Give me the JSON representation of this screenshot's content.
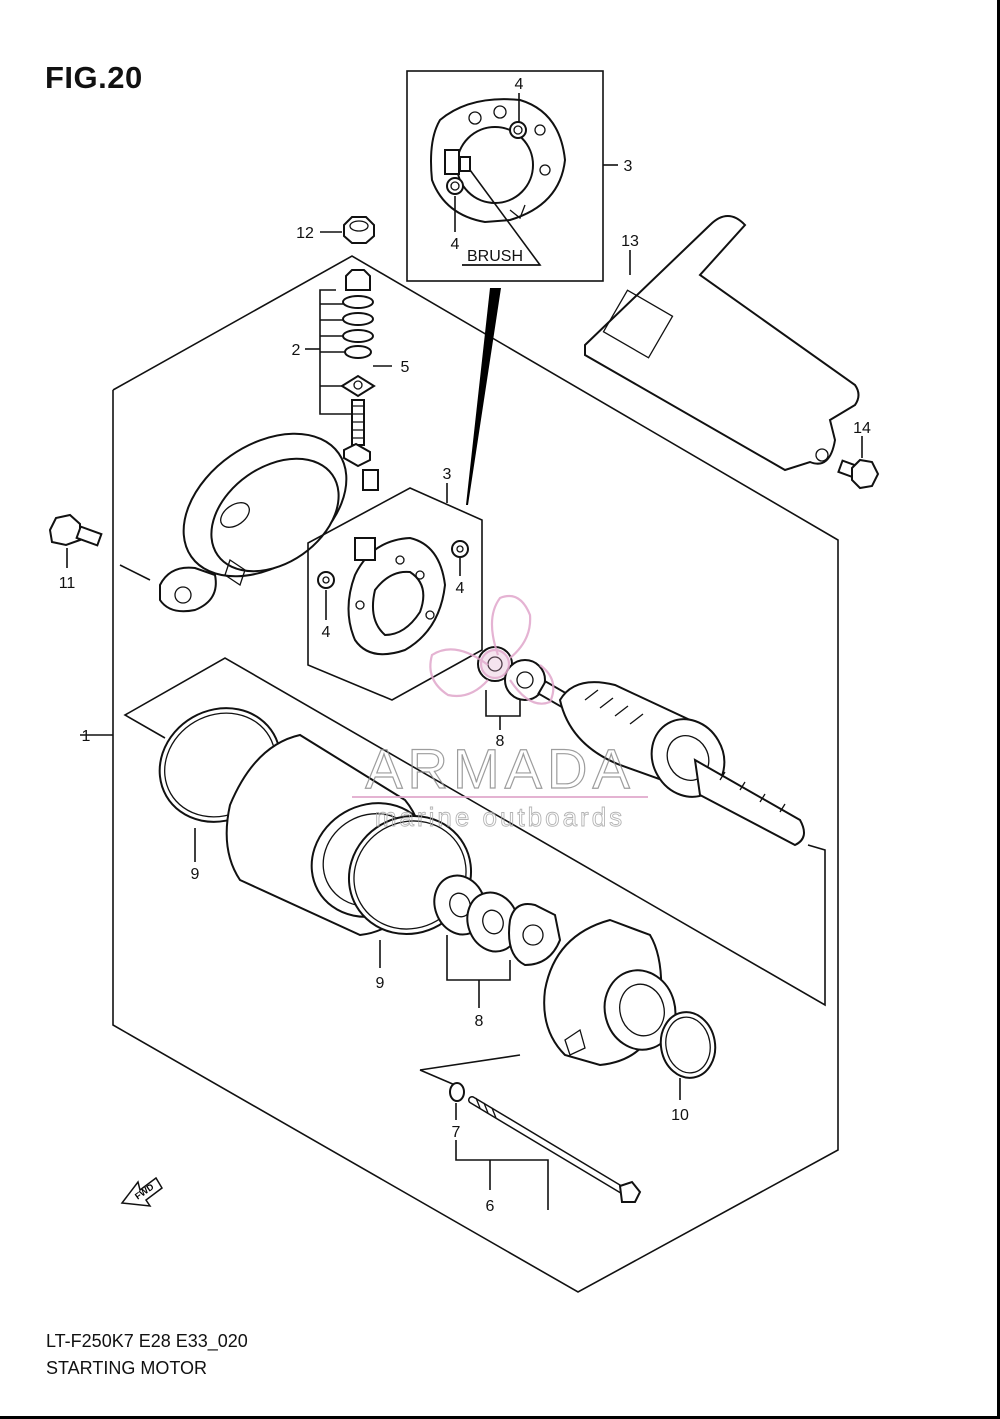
{
  "figure": {
    "title": "FIG.20",
    "model_code": "LT-F250K7 E28 E33_020",
    "name": "STARTING MOTOR"
  },
  "callouts": {
    "brush_label": "BRUSH",
    "fwd_label": "FWD",
    "numbers": {
      "p1": "1",
      "p2": "2",
      "p3_inset": "3",
      "p3_main": "3",
      "p4_inset_top": "4",
      "p4_inset_bottom": "4",
      "p4_right": "4",
      "p4_left": "4",
      "p5": "5",
      "p6": "6",
      "p7": "7",
      "p8_upper": "8",
      "p8_lower": "8",
      "p9_upper": "9",
      "p9_lower": "9",
      "p10": "10",
      "p11": "11",
      "p12": "12",
      "p13": "13",
      "p14": "14"
    }
  },
  "watermark": {
    "brand": "ARMADA",
    "tagline": "marine outboards",
    "accent": "#e0a6cb"
  }
}
